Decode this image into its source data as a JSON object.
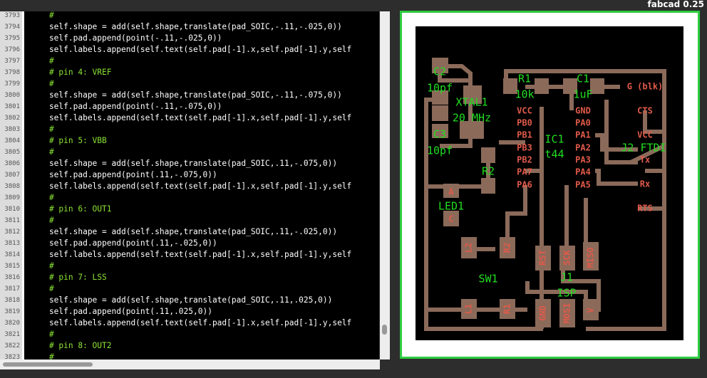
{
  "window": {
    "title": "fabcad 0.25"
  },
  "editor": {
    "lines": [
      {
        "num": "3793",
        "text": "    #",
        "kind": "c"
      },
      {
        "num": "3794",
        "text": "    self.shape = add(self.shape,translate(pad_SOIC,-.11,-.025,0))",
        "kind": "s"
      },
      {
        "num": "3795",
        "text": "    self.pad.append(point(-.11,-.025,0))",
        "kind": "s"
      },
      {
        "num": "3796",
        "text": "    self.labels.append(self.text(self.pad[-1].x,self.pad[-1].y,self",
        "kind": "s"
      },
      {
        "num": "3797",
        "text": "    #",
        "kind": "c"
      },
      {
        "num": "3798",
        "text": "    # pin 4: VREF",
        "kind": "c"
      },
      {
        "num": "3799",
        "text": "    #",
        "kind": "c"
      },
      {
        "num": "3800",
        "text": "    self.shape = add(self.shape,translate(pad_SOIC,-.11,-.075,0))",
        "kind": "s"
      },
      {
        "num": "3801",
        "text": "    self.pad.append(point(-.11,-.075,0))",
        "kind": "s"
      },
      {
        "num": "3802",
        "text": "    self.labels.append(self.text(self.pad[-1].x,self.pad[-1].y,self",
        "kind": "s"
      },
      {
        "num": "3803",
        "text": "    #",
        "kind": "c"
      },
      {
        "num": "3804",
        "text": "    # pin 5: VBB",
        "kind": "c"
      },
      {
        "num": "3805",
        "text": "    #",
        "kind": "c"
      },
      {
        "num": "3806",
        "text": "    self.shape = add(self.shape,translate(pad_SOIC,.11,-.075,0))",
        "kind": "s"
      },
      {
        "num": "3807",
        "text": "    self.pad.append(point(.11,-.075,0))",
        "kind": "s"
      },
      {
        "num": "3808",
        "text": "    self.labels.append(self.text(self.pad[-1].x,self.pad[-1].y,self",
        "kind": "s"
      },
      {
        "num": "3809",
        "text": "    #",
        "kind": "c"
      },
      {
        "num": "3810",
        "text": "    # pin 6: OUT1",
        "kind": "c"
      },
      {
        "num": "3811",
        "text": "    #",
        "kind": "c"
      },
      {
        "num": "3812",
        "text": "    self.shape = add(self.shape,translate(pad_SOIC,.11,-.025,0))",
        "kind": "s"
      },
      {
        "num": "3813",
        "text": "    self.pad.append(point(.11,-.025,0))",
        "kind": "s"
      },
      {
        "num": "3814",
        "text": "    self.labels.append(self.text(self.pad[-1].x,self.pad[-1].y,self",
        "kind": "s"
      },
      {
        "num": "3815",
        "text": "    #",
        "kind": "c"
      },
      {
        "num": "3816",
        "text": "    # pin 7: LSS",
        "kind": "c"
      },
      {
        "num": "3817",
        "text": "    #",
        "kind": "c"
      },
      {
        "num": "3818",
        "text": "    self.shape = add(self.shape,translate(pad_SOIC,.11,.025,0))",
        "kind": "s"
      },
      {
        "num": "3819",
        "text": "    self.pad.append(point(.11,.025,0))",
        "kind": "s"
      },
      {
        "num": "3820",
        "text": "    self.labels.append(self.text(self.pad[-1].x,self.pad[-1].y,self",
        "kind": "s"
      },
      {
        "num": "3821",
        "text": "    #",
        "kind": "c"
      },
      {
        "num": "3822",
        "text": "    # pin 8: OUT2",
        "kind": "c"
      },
      {
        "num": "3823",
        "text": "    #",
        "kind": "c"
      }
    ]
  },
  "board": {
    "colors": {
      "trace": "#8b6a5a",
      "pad": "#e05a4a",
      "part_label": "#22dd22",
      "frame": "#2ecc40",
      "background": "#000000"
    },
    "part_labels": [
      "C2",
      "10pf",
      "XTAL1",
      "20 MHz",
      "C3",
      "10pf",
      "R1",
      "10k",
      "C1",
      "1uF",
      "IC1",
      "t44",
      "J2 FTDI",
      "R2",
      "LED1",
      "SW1",
      "J1",
      "ISP"
    ],
    "pad_labels": [
      "VCC",
      "PB0",
      "PB1",
      "PB3",
      "PB2",
      "PA7",
      "PA6",
      "GND",
      "PA0",
      "PA1",
      "PA2",
      "PA3",
      "PA4",
      "PA5",
      "G (blk)",
      "CTS",
      "VCC",
      "Tx",
      "Rx",
      "RTS",
      "A",
      "C",
      "L2",
      "R2",
      "RST",
      "SCK",
      "MISO",
      "L1",
      "R1",
      "GND",
      "MOSI",
      "V"
    ]
  }
}
